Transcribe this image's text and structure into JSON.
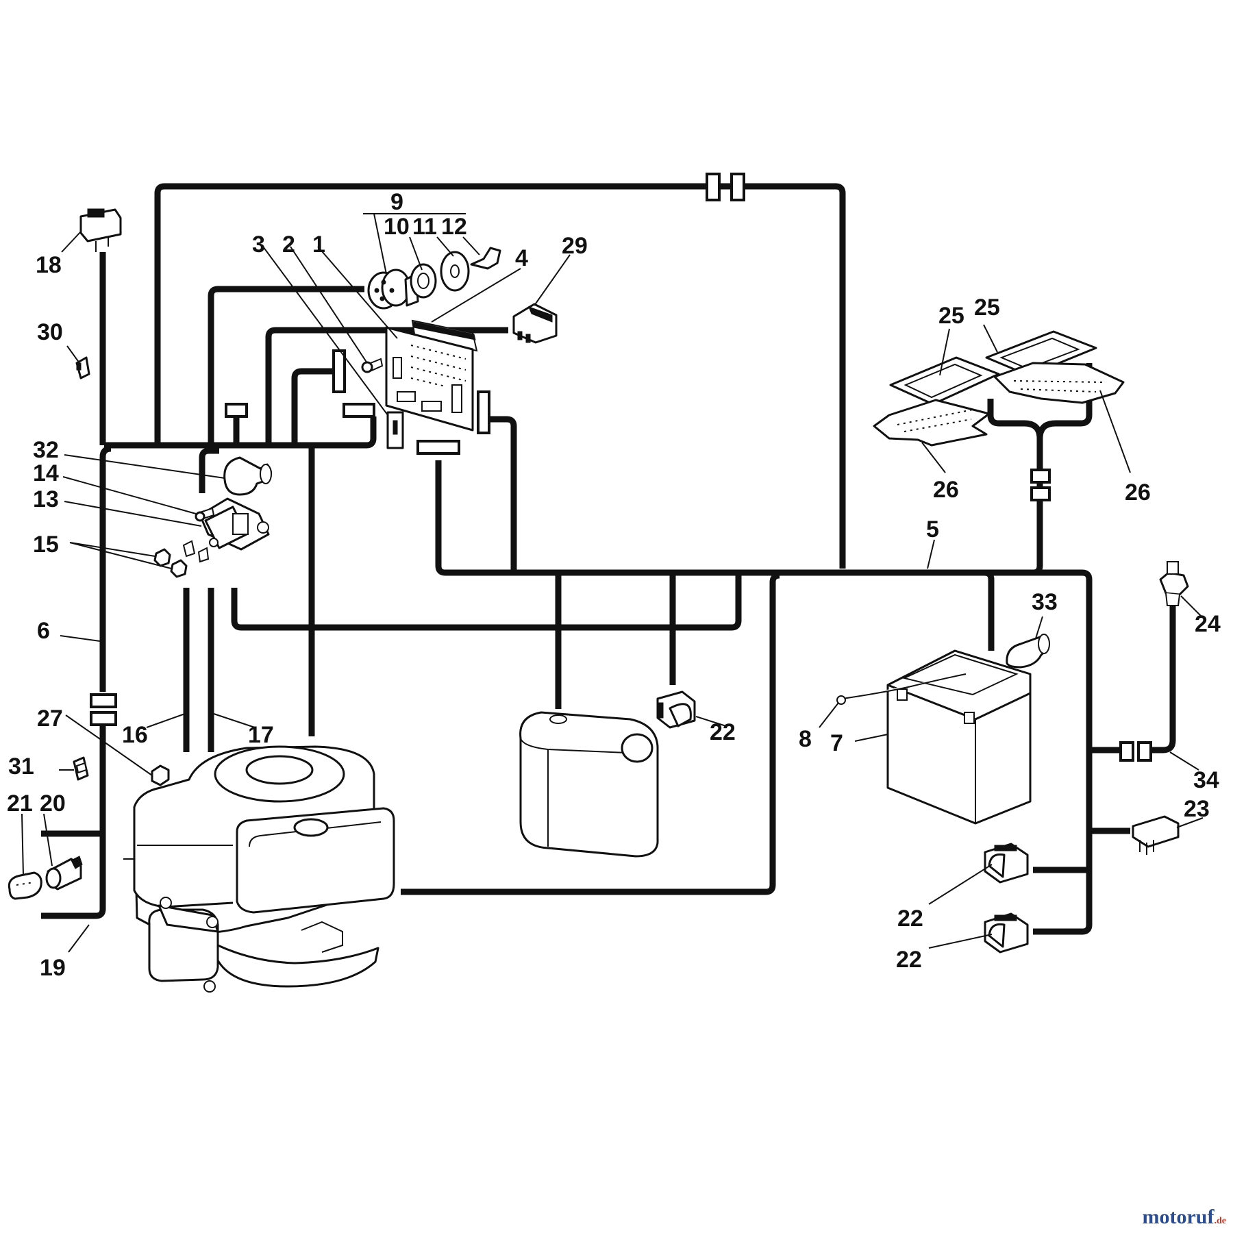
{
  "diagram": {
    "callouts": [
      {
        "id": "c1",
        "text": "1"
      },
      {
        "id": "c2",
        "text": "2"
      },
      {
        "id": "c3",
        "text": "3"
      },
      {
        "id": "c4",
        "text": "4"
      },
      {
        "id": "c5",
        "text": "5"
      },
      {
        "id": "c6",
        "text": "6"
      },
      {
        "id": "c7",
        "text": "7"
      },
      {
        "id": "c8",
        "text": "8"
      },
      {
        "id": "c9",
        "text": "9"
      },
      {
        "id": "c10",
        "text": "10"
      },
      {
        "id": "c11",
        "text": "11"
      },
      {
        "id": "c12",
        "text": "12"
      },
      {
        "id": "c13",
        "text": "13"
      },
      {
        "id": "c14",
        "text": "14"
      },
      {
        "id": "c15",
        "text": "15"
      },
      {
        "id": "c16",
        "text": "16"
      },
      {
        "id": "c17",
        "text": "17"
      },
      {
        "id": "c18",
        "text": "18"
      },
      {
        "id": "c19",
        "text": "19"
      },
      {
        "id": "c20",
        "text": "20"
      },
      {
        "id": "c21",
        "text": "21"
      },
      {
        "id": "c22a",
        "text": "22"
      },
      {
        "id": "c22b",
        "text": "22"
      },
      {
        "id": "c22c",
        "text": "22"
      },
      {
        "id": "c23",
        "text": "23"
      },
      {
        "id": "c24",
        "text": "24"
      },
      {
        "id": "c25a",
        "text": "25"
      },
      {
        "id": "c25b",
        "text": "25"
      },
      {
        "id": "c26a",
        "text": "26"
      },
      {
        "id": "c26b",
        "text": "26"
      },
      {
        "id": "c27",
        "text": "27"
      },
      {
        "id": "c29",
        "text": "29"
      },
      {
        "id": "c30",
        "text": "30"
      },
      {
        "id": "c31",
        "text": "31"
      },
      {
        "id": "c32",
        "text": "32"
      },
      {
        "id": "c33",
        "text": "33"
      },
      {
        "id": "c34",
        "text": "34"
      }
    ]
  },
  "watermark": {
    "brand": "motoruf",
    "suffix": ".de"
  }
}
